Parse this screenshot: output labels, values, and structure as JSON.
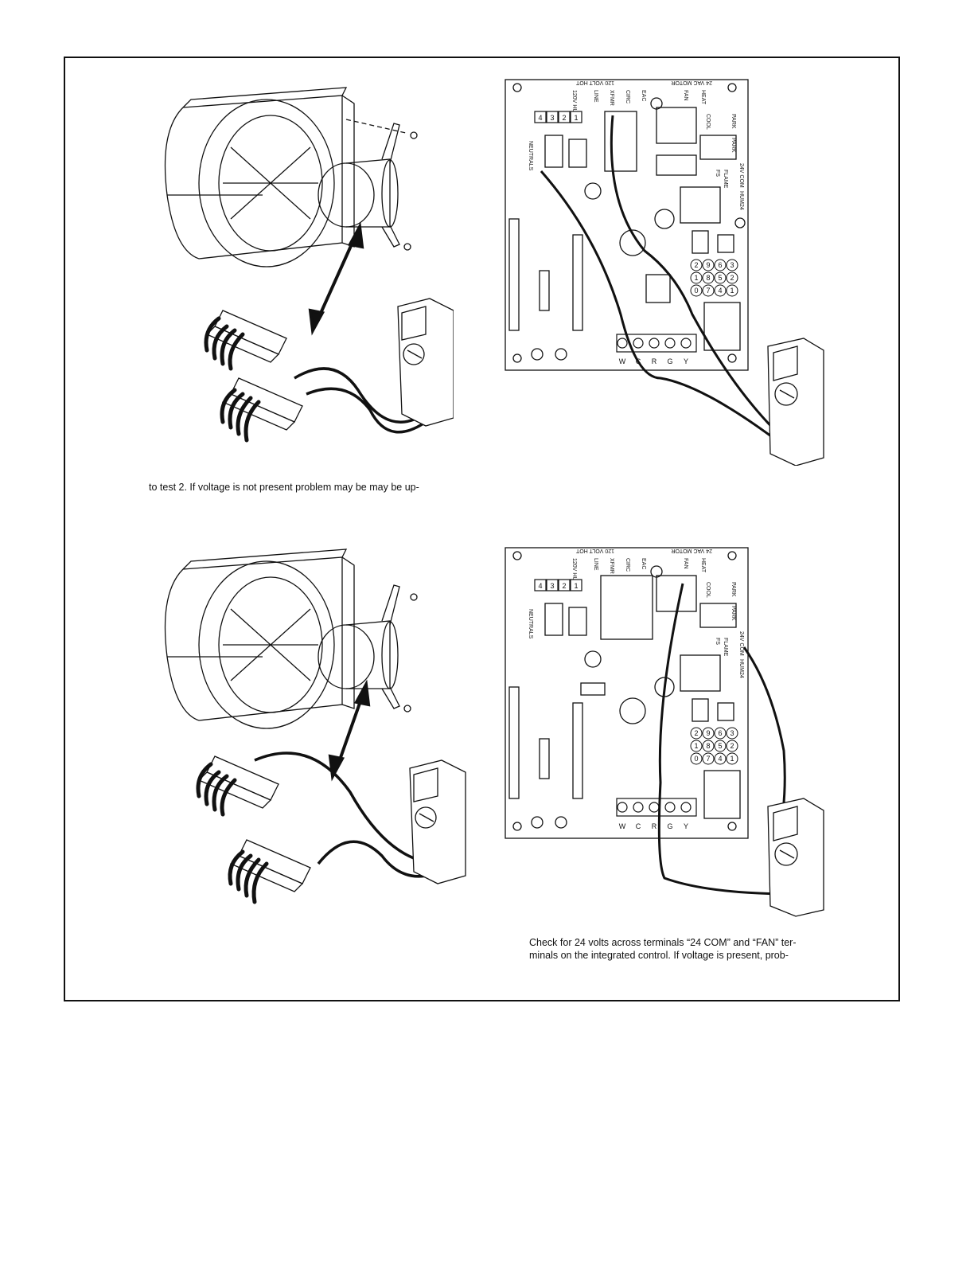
{
  "captions": {
    "top_left": "to test 2. If voltage is not present problem may be may be up-",
    "bottom_right_line1": "Check for 24 volts across terminals “24 COM” and “FAN” ter-",
    "bottom_right_line2": "minals on the integrated control. If voltage is present, prob-"
  },
  "board": {
    "header_left": "24 VAC MOTOR",
    "header_right": "120 VOLT HOT",
    "relay_labels": [
      "120V HUM",
      "LINE",
      "XFMR",
      "CIRC",
      "EAC",
      "FAN",
      "HEAT",
      "COOL"
    ],
    "park1": "PARK",
    "park2": "PARK",
    "neutrals": "NEUTRALS",
    "flame": "FLAME",
    "fs": "FS",
    "com24": "24V COM",
    "hum24": "HUM24",
    "connector": [
      "4",
      "3",
      "2",
      "1"
    ],
    "keypad": [
      "2",
      "9",
      "6",
      "3",
      "1",
      "8",
      "5",
      "2",
      "0",
      "7",
      "4",
      "1"
    ],
    "terminals": [
      "W",
      "C",
      "R",
      "G",
      "Y"
    ]
  }
}
